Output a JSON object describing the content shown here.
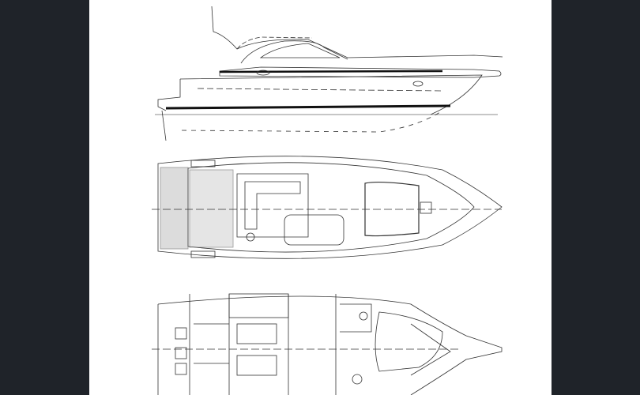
{
  "viewer": {
    "background_color": "#1f2329",
    "canvas_color": "#ffffff",
    "image": {
      "subject": "boat-plan-drawing",
      "views": [
        "side-profile",
        "deck-plan",
        "interior-layout"
      ],
      "line_color": "#333333"
    }
  }
}
